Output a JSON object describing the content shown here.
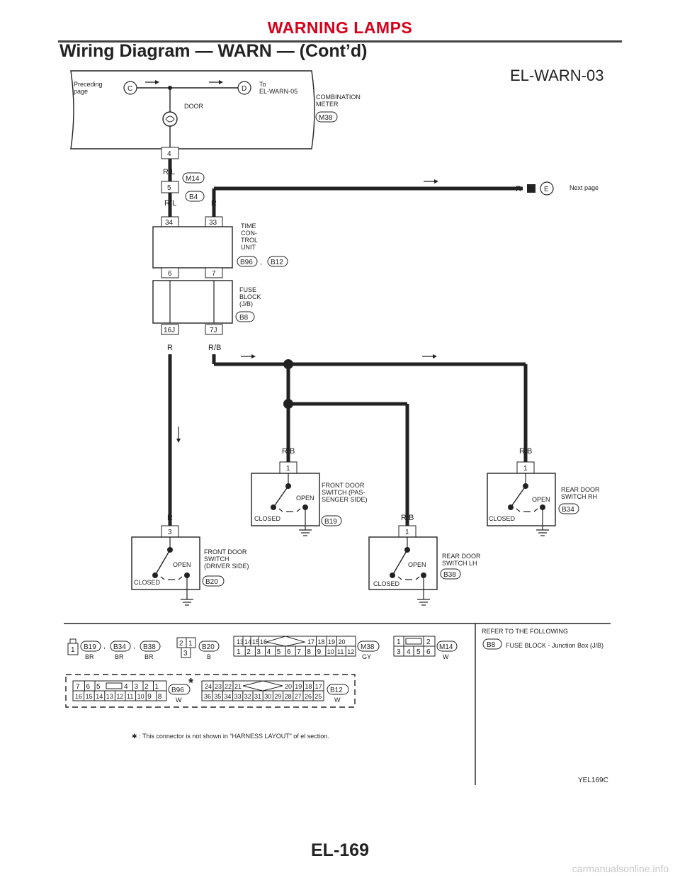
{
  "header": {
    "section": "WARNING LAMPS",
    "subtitle": "Wiring Diagram — WARN — (Cont’d)"
  },
  "footer": {
    "page": "EL-169",
    "watermark": "carmanualsonline.info"
  },
  "diagram": {
    "id": "EL-WARN-03",
    "ref_code": "YEL169C",
    "meter": {
      "from_label": "Preceding\npage",
      "point_c": "C",
      "point_d": "D",
      "to_label": "To\nEL-WARN-05",
      "door_label": "DOOR",
      "name": "COMBINATION\nMETER",
      "connector": "M38",
      "pin": "4"
    },
    "wire_rl_top": "R/L",
    "wire_rl_mid": "R/L",
    "wire_r_top": "R",
    "joint": {
      "pin": "5",
      "conn1": "M14",
      "conn2": "B4"
    },
    "next_page": {
      "wire": "R",
      "point_e": "E",
      "label": "Next page"
    },
    "time_control": {
      "name": "TIME\nCON-\nTROL\nUNIT",
      "pin_left_top": "34",
      "pin_right_top": "33",
      "pin_left_bottom": "6",
      "pin_right_bottom": "7",
      "connector_a": "B96",
      "separator": ",",
      "connector_b": "B12"
    },
    "fuse_block": {
      "name": "FUSE\nBLOCK\n(J/B)",
      "connector": "B8",
      "pin_left": "16J",
      "pin_right": "7J"
    },
    "wire_r_left": "R",
    "wire_rb_main": "R/B",
    "switches": {
      "passenger": {
        "wire": "R/B",
        "pin": "1",
        "name": "FRONT DOOR\nSWITCH (PAS-\nSENGER SIDE)",
        "connector": "B19",
        "open": "OPEN",
        "closed": "CLOSED"
      },
      "rear_rh": {
        "wire": "R/B",
        "pin": "1",
        "name": "REAR DOOR\nSWITCH RH",
        "connector": "B34",
        "open": "OPEN",
        "closed": "CLOSED"
      },
      "driver": {
        "wire": "R",
        "pin": "3",
        "name": "FRONT DOOR\nSWITCH\n(DRIVER SIDE)",
        "connector": "B20",
        "open": "OPEN",
        "closed": "CLOSED"
      },
      "rear_lh": {
        "wire": "R/B",
        "pin": "1",
        "name": "REAR DOOR\nSWITCH LH",
        "connector": "B38",
        "open": "OPEN",
        "closed": "CLOSED"
      }
    },
    "connectors": {
      "single": {
        "pin": "1",
        "names": [
          "B19",
          "B34",
          "B38"
        ],
        "colors": [
          "BR",
          "BR",
          "BR"
        ],
        "separator": ","
      },
      "b20": {
        "pins": [
          "2",
          "1",
          "3"
        ],
        "name": "B20",
        "color": "B"
      },
      "m38": {
        "top": [
          "13",
          "14",
          "15",
          "16",
          "17",
          "18",
          "19",
          "20"
        ],
        "bottom": [
          "1",
          "2",
          "3",
          "4",
          "5",
          "6",
          "7",
          "8",
          "9",
          "10",
          "11",
          "12"
        ],
        "name": "M38",
        "color": "GY"
      },
      "m14": {
        "top": [
          "1",
          "2"
        ],
        "bottom": [
          "3",
          "4",
          "5",
          "6"
        ],
        "name": "M14",
        "color": "W"
      },
      "b96": {
        "top": [
          "7",
          "6",
          "5",
          "4",
          "3",
          "2",
          "1"
        ],
        "bottom": [
          "16",
          "15",
          "14",
          "13",
          "12",
          "11",
          "10",
          "9",
          "8"
        ],
        "name": "B96",
        "color": "W",
        "star": "*"
      },
      "b12": {
        "top": [
          "24",
          "23",
          "22",
          "21",
          "20",
          "19",
          "18",
          "17"
        ],
        "bottom": [
          "36",
          "35",
          "34",
          "33",
          "32",
          "31",
          "30",
          "29",
          "28",
          "27",
          "26",
          "25"
        ],
        "name": "B12",
        "color": "W"
      }
    },
    "refer": {
      "title": "REFER TO THE FOLLOWING",
      "connector": "B8",
      "text": "FUSE BLOCK - Junction Box (J/B)"
    },
    "note": "✱ : This connector is not shown in “HARNESS LAYOUT” of el section."
  }
}
